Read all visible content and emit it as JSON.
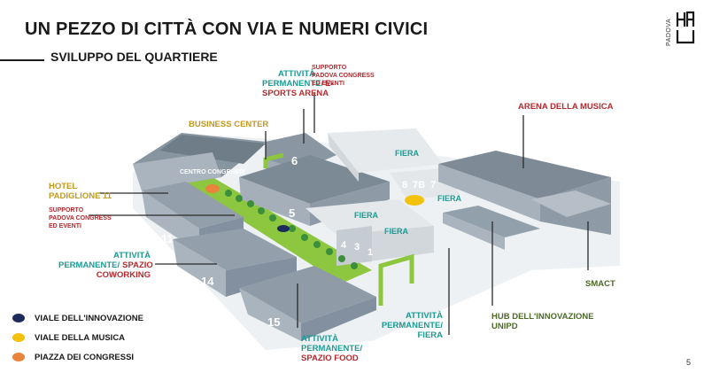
{
  "header": {
    "title": "UN PEZZO DI CITTÀ CON VIA E NUMERI CIVICI",
    "subtitle": "SVILUPPO DEL QUARTIERE"
  },
  "logo": {
    "text": "PADOVA",
    "mark": "HALL"
  },
  "building_numbers": {
    "b6": "6",
    "b5": "5",
    "b11": "11",
    "b14": "14",
    "b15": "15",
    "b8": "8",
    "b7b": "7B",
    "b7": "7",
    "b4": "4",
    "b3": "3",
    "b1": "1"
  },
  "map_texts": {
    "centro_congressi": "CENTRO CONGRESSI",
    "fiera_top": "FIERA",
    "fiera_right": "FIERA",
    "fiera_mid": "FIERA",
    "fiera_mid2": "FIERA"
  },
  "labels": {
    "esports": [
      "ATTIVITÀ",
      "PERMANENTE/",
      "E-",
      "SPORTS ARENA"
    ],
    "supporto_top": [
      "SUPPORTO",
      "PADOVA CONGRESS",
      "ED EVENTI"
    ],
    "business": "BUSINESS CENTER",
    "hotel": [
      "HOTEL",
      "PADIGLIONE 11"
    ],
    "supporto_left": [
      "SUPPORTO",
      "PADOVA CONGRESS",
      "ED EVENTI"
    ],
    "coworking": [
      "ATTIVITÀ",
      "PERMANENTE/",
      "SPAZIO",
      "COWORKING"
    ],
    "arena": "ARENA DELLA MUSICA",
    "smact": "SMACT",
    "hub": [
      "HUB DELL'INNOVAZIONE",
      "UNIPD"
    ],
    "fiera_perm": [
      "ATTIVITÀ",
      "PERMANENTE/",
      "FIERA"
    ],
    "food": [
      "ATTIVITÀ",
      "PERMANENTE/",
      "SPAZIO FOOD"
    ]
  },
  "legend": [
    {
      "label": "VIALE DELL'INNOVAZIONE",
      "color": "#1c2a5c"
    },
    {
      "label": "VIALE DELLA MUSICA",
      "color": "#f4c20d"
    },
    {
      "label": "PIAZZA DEI CONGRESSI",
      "color": "#e8843b"
    }
  ],
  "colors": {
    "teal": "#1a9b94",
    "red": "#b52a2e",
    "gold": "#c39a21",
    "olive": "#4d6a2a",
    "building": "#98a5b0",
    "green": "#7ac143"
  },
  "page_number": "5"
}
